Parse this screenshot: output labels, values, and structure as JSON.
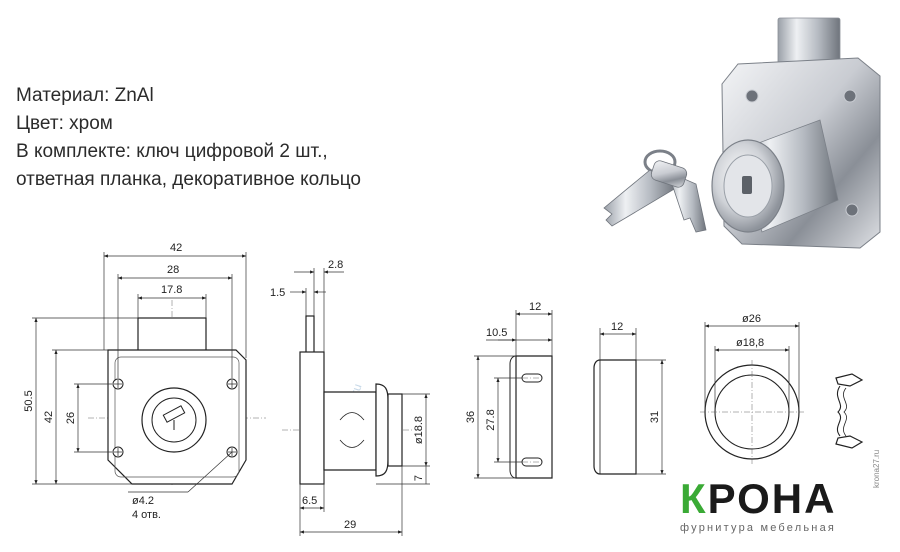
{
  "specs": {
    "material": "Материал: ZnAl",
    "color": "Цвет: хром",
    "kit_line1": "В комплекте: ключ цифровой 2 шт.,",
    "kit_line2": "ответная планка, декоративное кольцо"
  },
  "front_view": {
    "dim_42_top": "42",
    "dim_28": "28",
    "dim_17_8": "17.8",
    "dim_50_5": "50.5",
    "dim_42_left": "42",
    "dim_26": "26",
    "hole_dia": "ø4.2",
    "hole_count": "4 отв."
  },
  "side_view": {
    "dim_2_8": "2.8",
    "dim_1_5": "1.5",
    "dim_18_8": "ø18.8",
    "dim_7": "7",
    "dim_6_5": "6.5",
    "dim_29": "29",
    "watermark": "krona27.ru"
  },
  "strike_plate": {
    "dim_12": "12",
    "dim_10_5": "10.5",
    "dim_36": "36",
    "dim_27_8": "27.8"
  },
  "ring_side": {
    "dim_12": "12",
    "dim_31": "31"
  },
  "ring_front": {
    "dim_26": "ø26",
    "dim_18_8": "ø18,8"
  },
  "brand": {
    "first_letter": "К",
    "rest": "РОНА",
    "subtitle": "фурнитура мебельная",
    "site": "krona27.ru"
  },
  "colors": {
    "brand_green": "#3aaa35",
    "chrome_light": "#e6e8ec",
    "chrome_dark": "#7b8088"
  }
}
